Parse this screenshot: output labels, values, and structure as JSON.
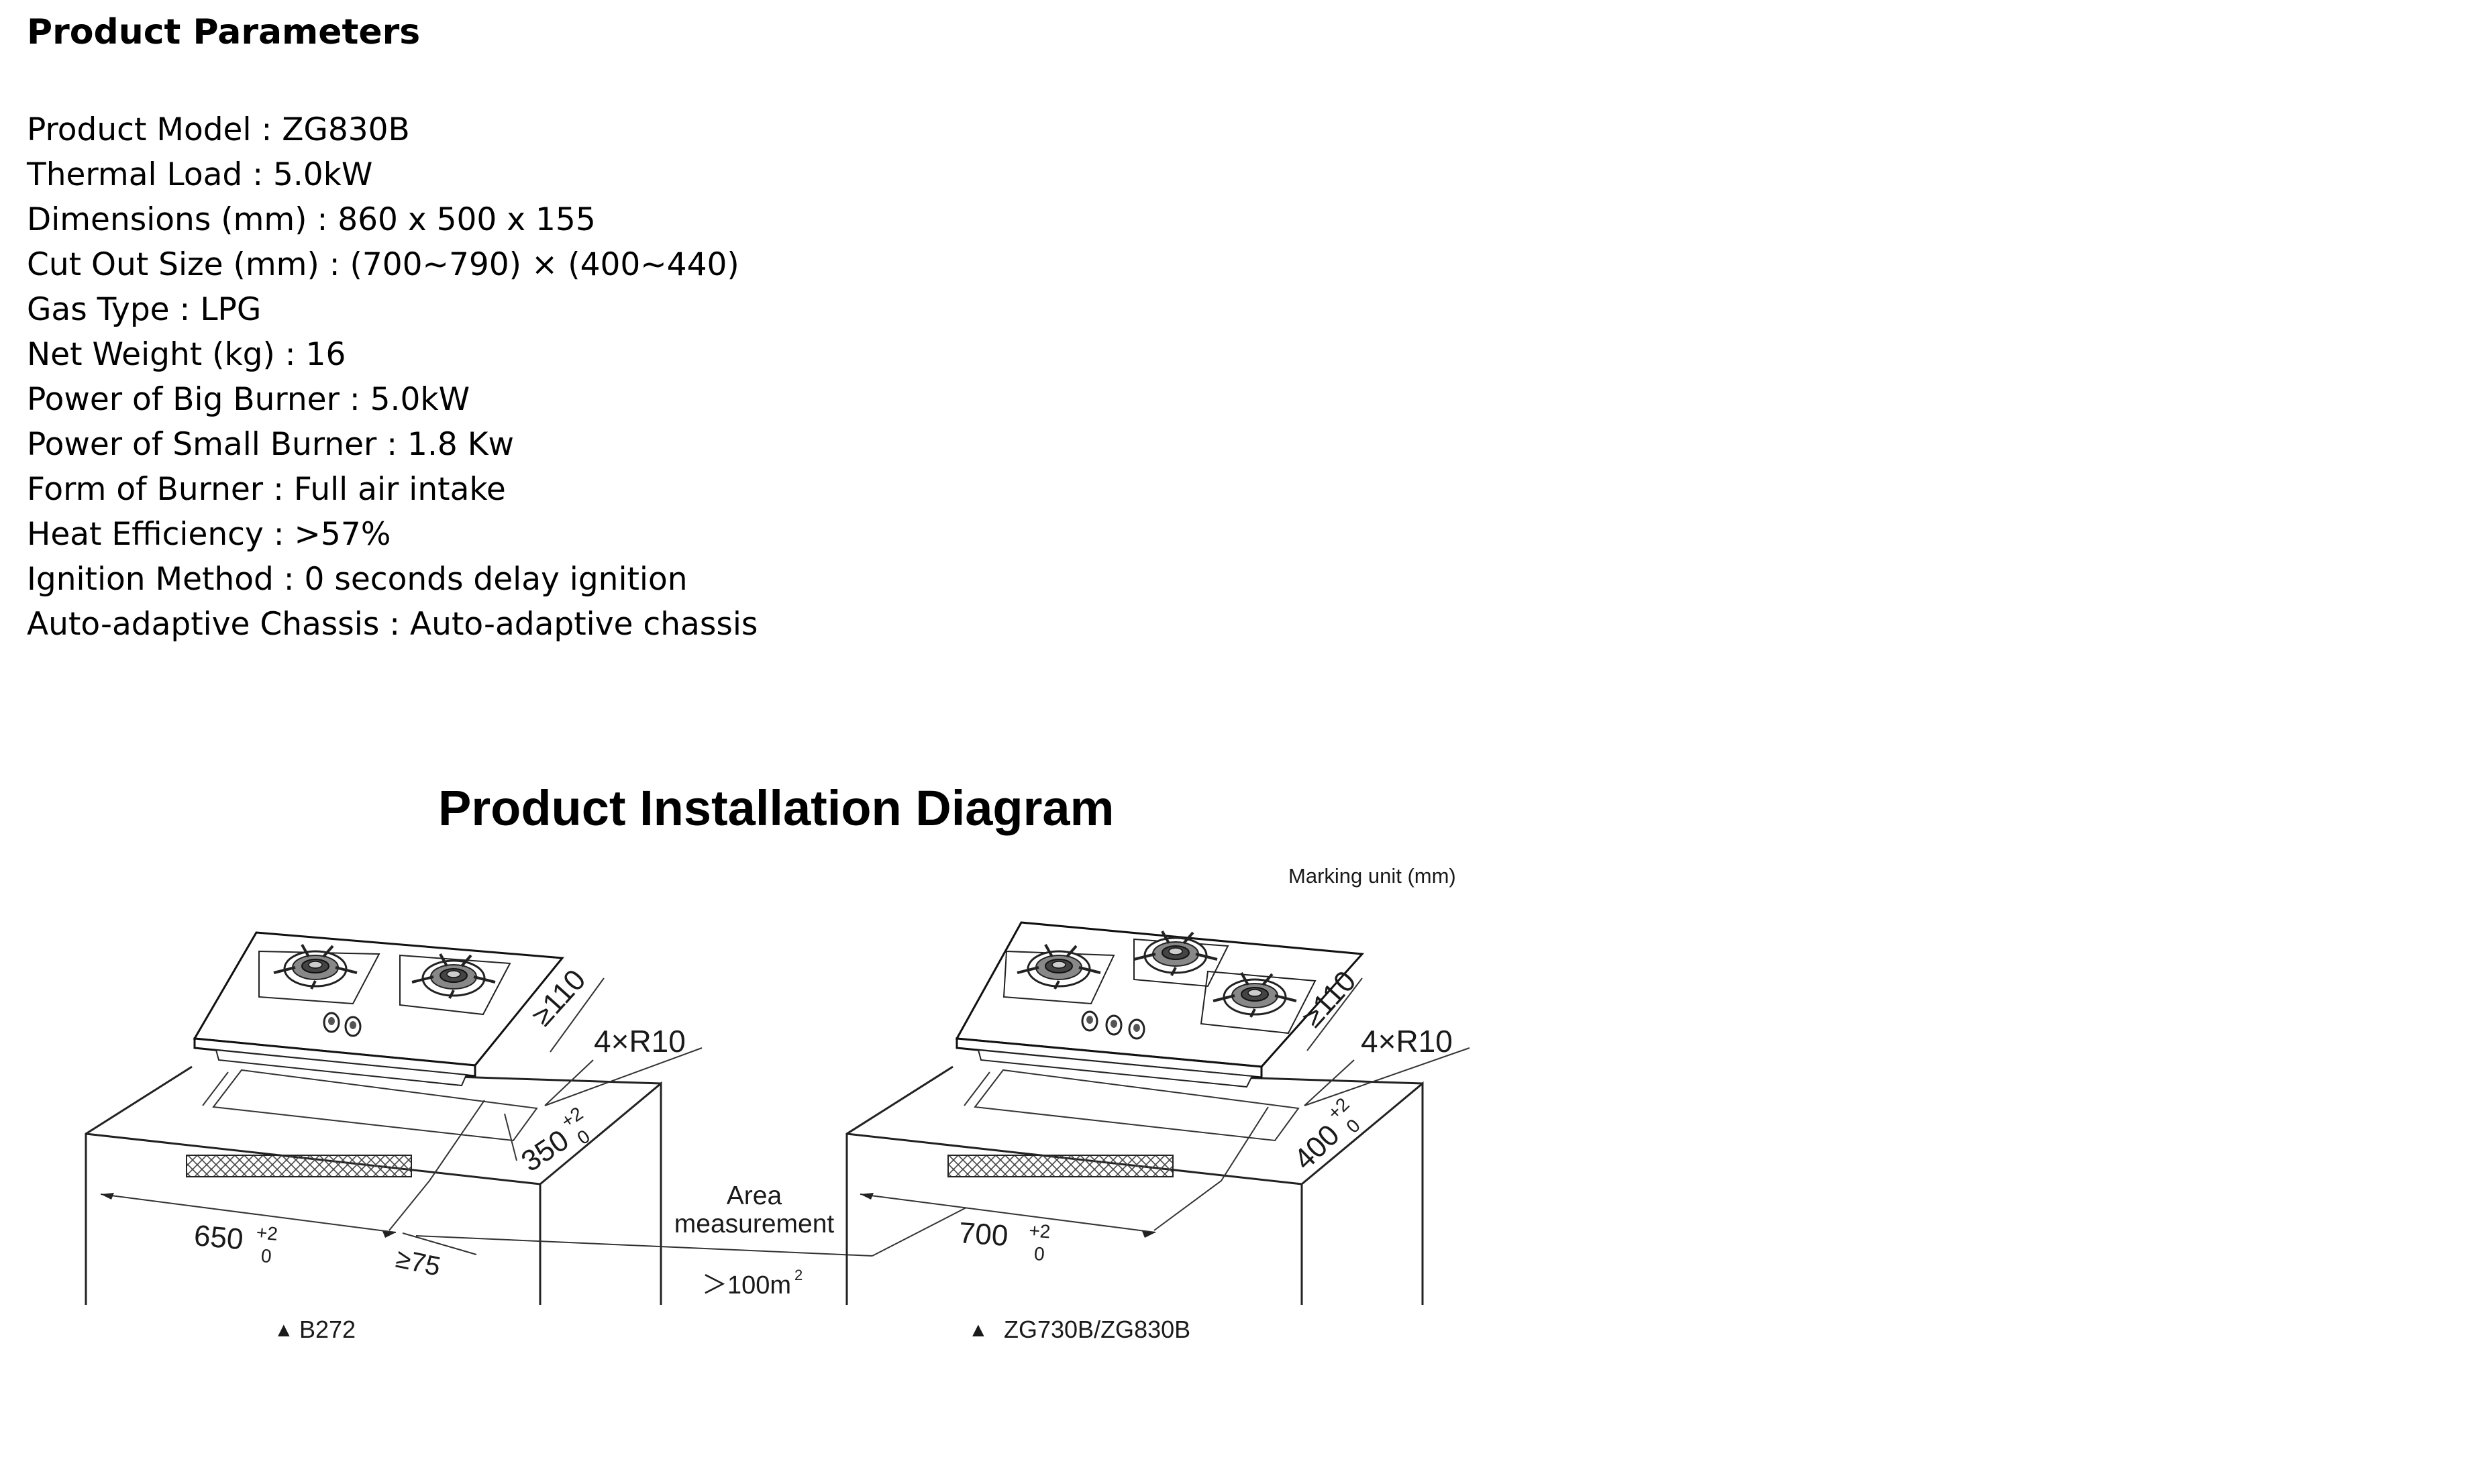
{
  "parameters": {
    "title": "Product Parameters",
    "items": [
      {
        "label": "Product Model",
        "value": "ZG830B"
      },
      {
        "label": "Thermal Load",
        "value": "5.0kW"
      },
      {
        "label": "Dimensions (mm)",
        "value": "860 x 500 x 155"
      },
      {
        "label": "Cut Out Size (mm)",
        "value": "(700~790) × (400~440)"
      },
      {
        "label": "Gas Type",
        "value": "LPG"
      },
      {
        "label": "Net Weight (kg)",
        "value": "16"
      },
      {
        "label": "Power of Big Burner",
        "value": "5.0kW"
      },
      {
        "label": "Power of Small Burner",
        "value": "1.8 Kw"
      },
      {
        "label": "Form of Burner",
        "value": "Full air intake"
      },
      {
        "label": "Heat Efficiency",
        "value": ">57%"
      },
      {
        "label": "Ignition Method",
        "value": "0 seconds delay ignition"
      },
      {
        "label": "Auto-adaptive Chassis",
        "value": "Auto-adaptive chassis"
      }
    ]
  },
  "diagram": {
    "title": "Product Installation Diagram",
    "marking_unit": "Marking unit (mm)",
    "area_label_line1": "Area",
    "area_label_line2": "measurement",
    "area_value": "＞100m",
    "area_superscript": "2",
    "left": {
      "caption": "B272",
      "clearance_back": "≥110",
      "corner_radius": "4×R10",
      "depth": "350",
      "width": "650",
      "tolerance_upper": "+2",
      "tolerance_lower": "0",
      "clearance_front": "≥75"
    },
    "right": {
      "caption": "ZG730B/ZG830B",
      "clearance_back": "≥110",
      "corner_radius": "4×R10",
      "depth": "400",
      "width": "700",
      "tolerance_upper": "+2",
      "tolerance_lower": "0"
    }
  }
}
